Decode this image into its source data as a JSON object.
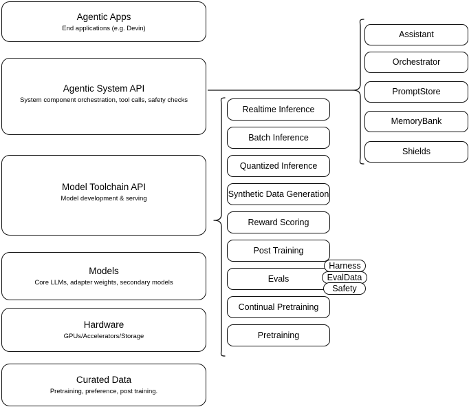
{
  "diagram": {
    "title": "Agentic AI stack layers",
    "stroke_color": "#111111",
    "background_color": "#ffffff"
  },
  "layers": [
    {
      "id": "agentic-apps",
      "title": "Agentic Apps",
      "subtitle": "End applications (e.g. Devin)"
    },
    {
      "id": "agentic-system-api",
      "title": "Agentic System API",
      "subtitle": "System component orchestration, tool calls, safety checks"
    },
    {
      "id": "model-toolchain-api",
      "title": "Model Toolchain API",
      "subtitle": "Model development & serving"
    },
    {
      "id": "models",
      "title": "Models",
      "subtitle": "Core LLMs, adapter weights, secondary models"
    },
    {
      "id": "hardware",
      "title": "Hardware",
      "subtitle": "GPUs/Accelerators/Storage"
    },
    {
      "id": "curated-data",
      "title": "Curated Data",
      "subtitle": "Pretraining, preference, post training."
    }
  ],
  "toolchain_components": [
    {
      "id": "realtime-inference",
      "label": "Realtime Inference"
    },
    {
      "id": "batch-inference",
      "label": "Batch Inference"
    },
    {
      "id": "quantized-inference",
      "label": "Quantized Inference"
    },
    {
      "id": "synthetic-data-generation",
      "label": "Synthetic Data Generation"
    },
    {
      "id": "reward-scoring",
      "label": "Reward Scoring"
    },
    {
      "id": "post-training",
      "label": "Post Training"
    },
    {
      "id": "evals",
      "label": "Evals"
    },
    {
      "id": "continual-pretraining",
      "label": "Continual Pretraining"
    },
    {
      "id": "pretraining",
      "label": "Pretraining"
    }
  ],
  "evals_pills": [
    {
      "id": "harness",
      "label": "Harness"
    },
    {
      "id": "evaldata",
      "label": "EvalData"
    },
    {
      "id": "safety",
      "label": "Safety"
    }
  ],
  "system_components": [
    {
      "id": "assistant",
      "label": "Assistant"
    },
    {
      "id": "orchestrator",
      "label": "Orchestrator"
    },
    {
      "id": "promptstore",
      "label": "PromptStore"
    },
    {
      "id": "memorybank",
      "label": "MemoryBank"
    },
    {
      "id": "shields",
      "label": "Shields"
    }
  ]
}
